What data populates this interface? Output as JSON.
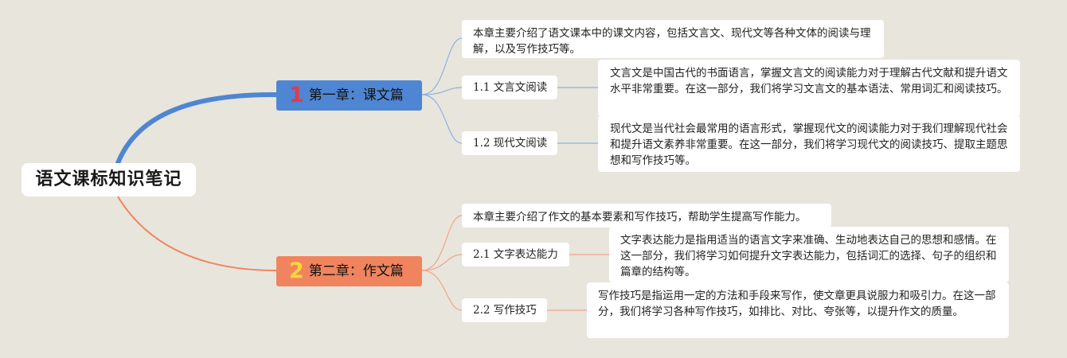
{
  "root": {
    "title": "语文课标知识笔记"
  },
  "chapters": [
    {
      "number": "1",
      "title": "第一章：课文篇",
      "summary": "本章主要介绍了语文课本中的课文内容，包括文言文、现代文等各种文体的阅读与理解，以及写作技巧等。",
      "sections": [
        {
          "label": "1.1 文言文阅读",
          "detail": "文言文是中国古代的书面语言，掌握文言文的阅读能力对于理解古代文献和提升语文水平非常重要。在这一部分，我们将学习文言文的基本语法、常用词汇和阅读技巧。"
        },
        {
          "label": "1.2 现代文阅读",
          "detail": "现代文是当代社会最常用的语言形式，掌握现代文的阅读能力对于我们理解现代社会和提升语文素养非常重要。在这一部分，我们将学习现代文的阅读技巧、提取主题思想和写作技巧等。"
        }
      ]
    },
    {
      "number": "2",
      "title": "第二章：作文篇",
      "summary": "本章主要介绍了作文的基本要素和写作技巧，帮助学生提高写作能力。",
      "sections": [
        {
          "label": "2.1 文字表达能力",
          "detail": "文字表达能力是指用适当的语言文字来准确、生动地表达自己的思想和感情。在这一部分，我们将学习如何提升文字表达能力，包括词汇的选择、句子的组织和篇章的结构等。"
        },
        {
          "label": "2.2 写作技巧",
          "detail": "写作技巧是指运用一定的方法和手段来写作，使文章更具说服力和吸引力。在这一部分，我们将学习各种写作技巧，如排比、对比、夸张等，以提升作文的质量。"
        }
      ]
    }
  ],
  "colors": {
    "branch1": "#4e86d3",
    "branch2": "#f0845f",
    "link1": "#8fb1df",
    "link2": "#f0a488",
    "background": "#e8e5dc"
  }
}
